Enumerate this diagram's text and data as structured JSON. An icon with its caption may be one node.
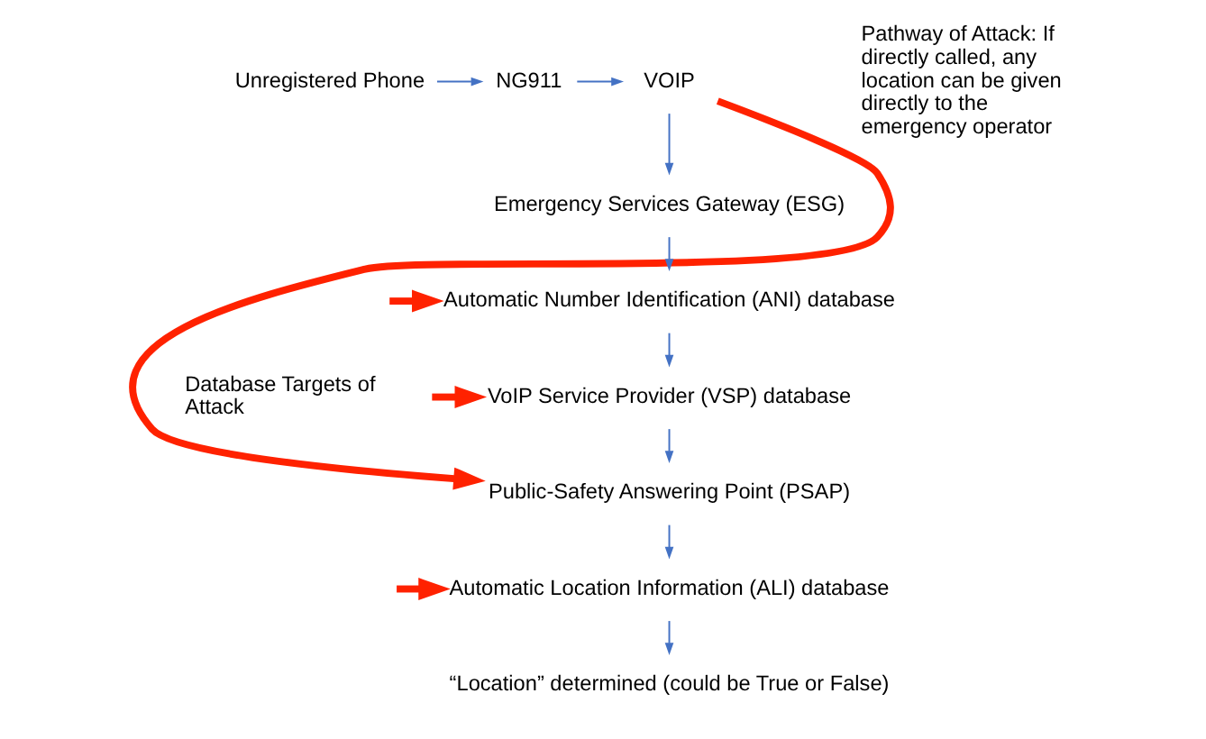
{
  "diagram": {
    "nodes": [
      {
        "text": [
          "Unregistered Phone"
        ]
      },
      {
        "text": [
          "NG911"
        ]
      },
      {
        "text": [
          "VOIP"
        ]
      },
      {
        "text": [
          "Emergency Services Gateway (ESG)"
        ]
      },
      {
        "text": [
          "Automatic Number Identification (ANI) database"
        ]
      },
      {
        "text": [
          "VoIP Service Provider (VSP) database"
        ]
      },
      {
        "text": [
          "Public-Safety Answering Point (PSAP)"
        ]
      },
      {
        "text": [
          "Automatic Location Information (ALI) database"
        ]
      },
      {
        "text": [
          "“Location” determined (could be True or False)"
        ]
      }
    ],
    "edges": [
      {
        "from": 0,
        "to": 1,
        "arrow": "to"
      },
      {
        "from": 1,
        "to": 2,
        "arrow": "to"
      },
      {
        "from": 2,
        "to": 3,
        "arrow": "to"
      },
      {
        "from": 3,
        "to": 4,
        "arrow": "to"
      },
      {
        "from": 4,
        "to": 5,
        "arrow": "to"
      },
      {
        "from": 5,
        "to": 6,
        "arrow": "to"
      },
      {
        "from": 6,
        "to": 7,
        "arrow": "to"
      },
      {
        "from": 7,
        "to": 8,
        "arrow": "to"
      },
      {
        "from": 2,
        "to": 6,
        "arrow": "to",
        "style": "thick",
        "color": "#ff2200"
      },
      {
        "from": null,
        "to": 4,
        "arrow": "to",
        "style": "thick",
        "color": "#ff2200"
      },
      {
        "from": null,
        "to": 5,
        "arrow": "to",
        "style": "thick",
        "color": "#ff2200"
      },
      {
        "from": null,
        "to": 7,
        "arrow": "to",
        "style": "thick",
        "color": "#ff2200"
      }
    ],
    "labels": [
      "Pathway of Attack: If directly called, any location can be given directly to the emergency operator",
      "Database Targets of Attack"
    ]
  }
}
